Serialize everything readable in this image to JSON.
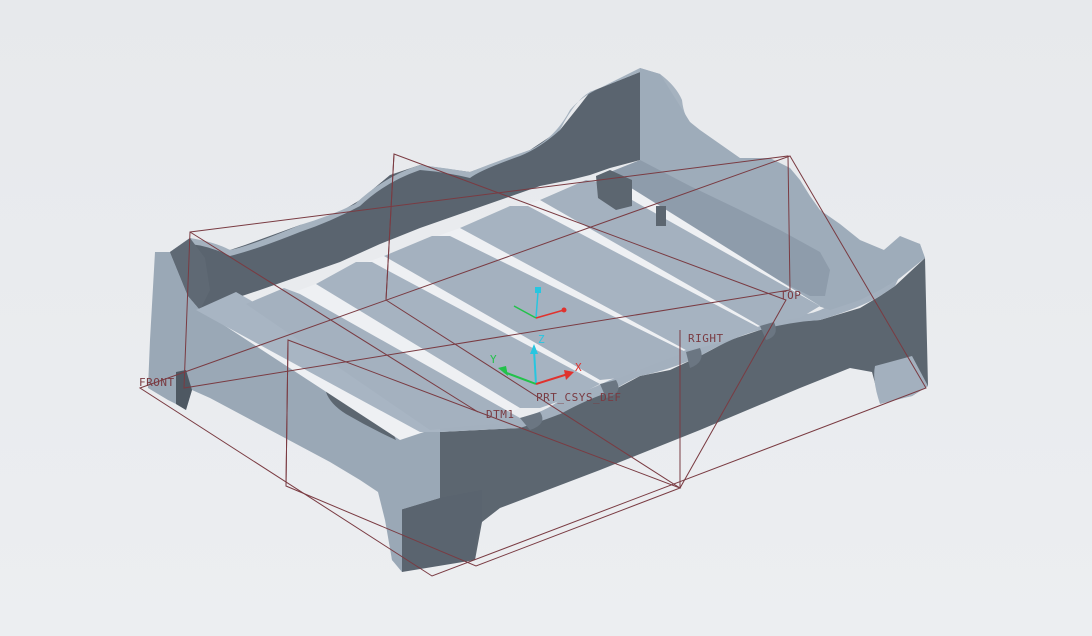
{
  "viewport": {
    "background_color": "#e9ebee",
    "part_color_top": "#a7b4c2",
    "part_color_side": "#5b6570",
    "datum_color": "#7a3b42"
  },
  "datum_planes": {
    "front_label": "FRONT",
    "top_label": "TOP",
    "right_label": "RIGHT",
    "dtm_label": "DTM1"
  },
  "coordinate_system": {
    "name": "PRT_CSYS_DEF",
    "x_label": "X",
    "y_label": "Y",
    "z_label": "Z",
    "x_color": "#e0322e",
    "y_color": "#22c24a",
    "z_color": "#27c6e0"
  }
}
